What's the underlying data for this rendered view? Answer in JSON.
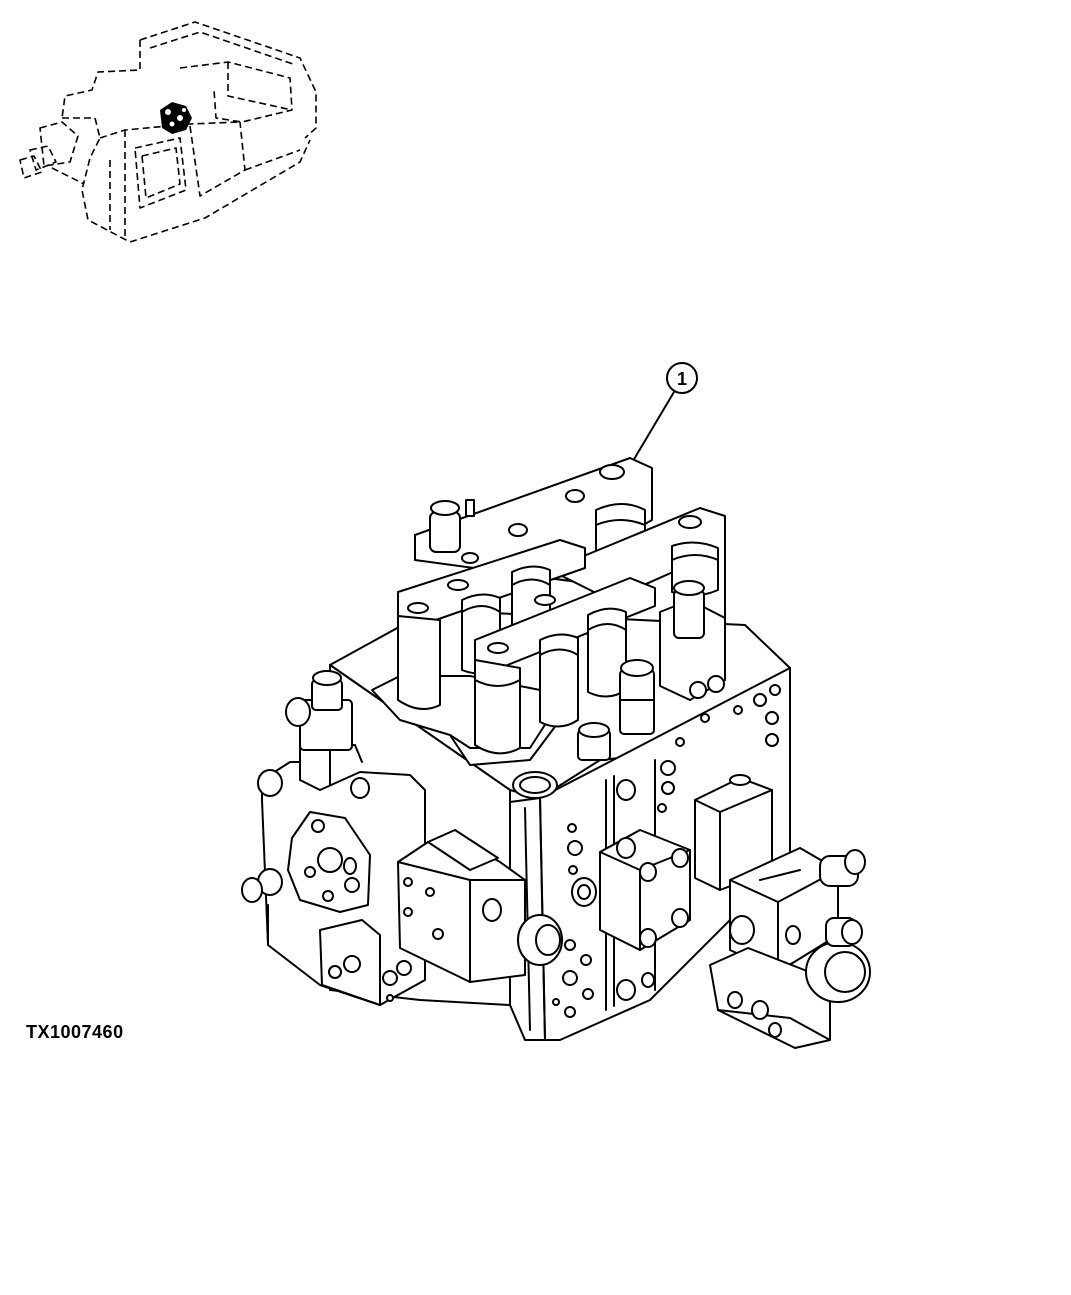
{
  "figure": {
    "id_label": "TX1007460",
    "callouts": [
      {
        "number": "1"
      }
    ]
  },
  "icons": {
    "locator": "machine-locator-icon",
    "part": "control-valve-illustration"
  }
}
